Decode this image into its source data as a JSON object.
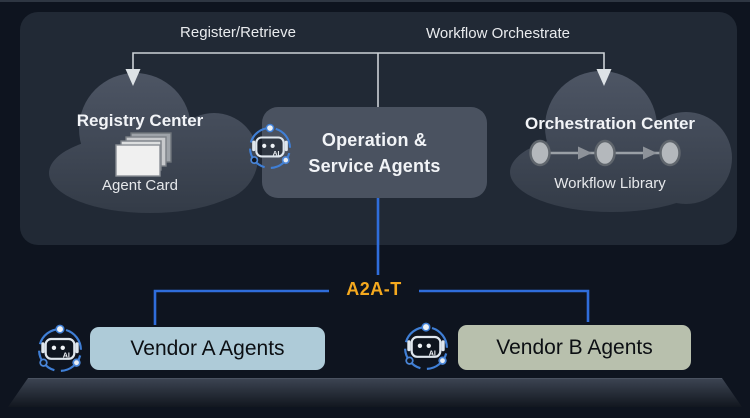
{
  "top_panel": {
    "connections": [
      {
        "label": "Register/Retrieve",
        "from": "Operation & Service Agents",
        "to": "Registry Center"
      },
      {
        "label": "Workflow Orchestrate",
        "from": "Operation & Service Agents",
        "to": "Orchestration Center"
      }
    ],
    "registry_center": {
      "title": "Registry Center",
      "caption": "Agent Card",
      "icon": "agent-card-stack-icon"
    },
    "operation_service_agents": {
      "title_line1": "Operation &",
      "title_line2": "Service Agents",
      "icon": "ai-robot-icon"
    },
    "orchestration_center": {
      "title": "Orchestration Center",
      "caption": "Workflow Library",
      "icon": "workflow-pipeline-icon"
    }
  },
  "protocol_bus": {
    "label": "A2A-T"
  },
  "vendors": [
    {
      "label": "Vendor A Agents",
      "icon": "ai-robot-icon"
    },
    {
      "label": "Vendor B Agents",
      "icon": "ai-robot-icon"
    }
  ],
  "colors": {
    "background": "#0e141f",
    "panel": "#212935",
    "cloud_top": "#4e5665",
    "cloud_bottom": "#333b47",
    "operation_box": "#4a5260",
    "vendor_a_box": "#aecbd8",
    "vendor_b_box": "#b8c0ad",
    "connector_gray": "#ccd1d6",
    "connector_blue": "#2f6ddb",
    "bus_label": "#f5a91e",
    "vendor_text": "#0c0f13",
    "light_text": "#f2f4f7"
  }
}
